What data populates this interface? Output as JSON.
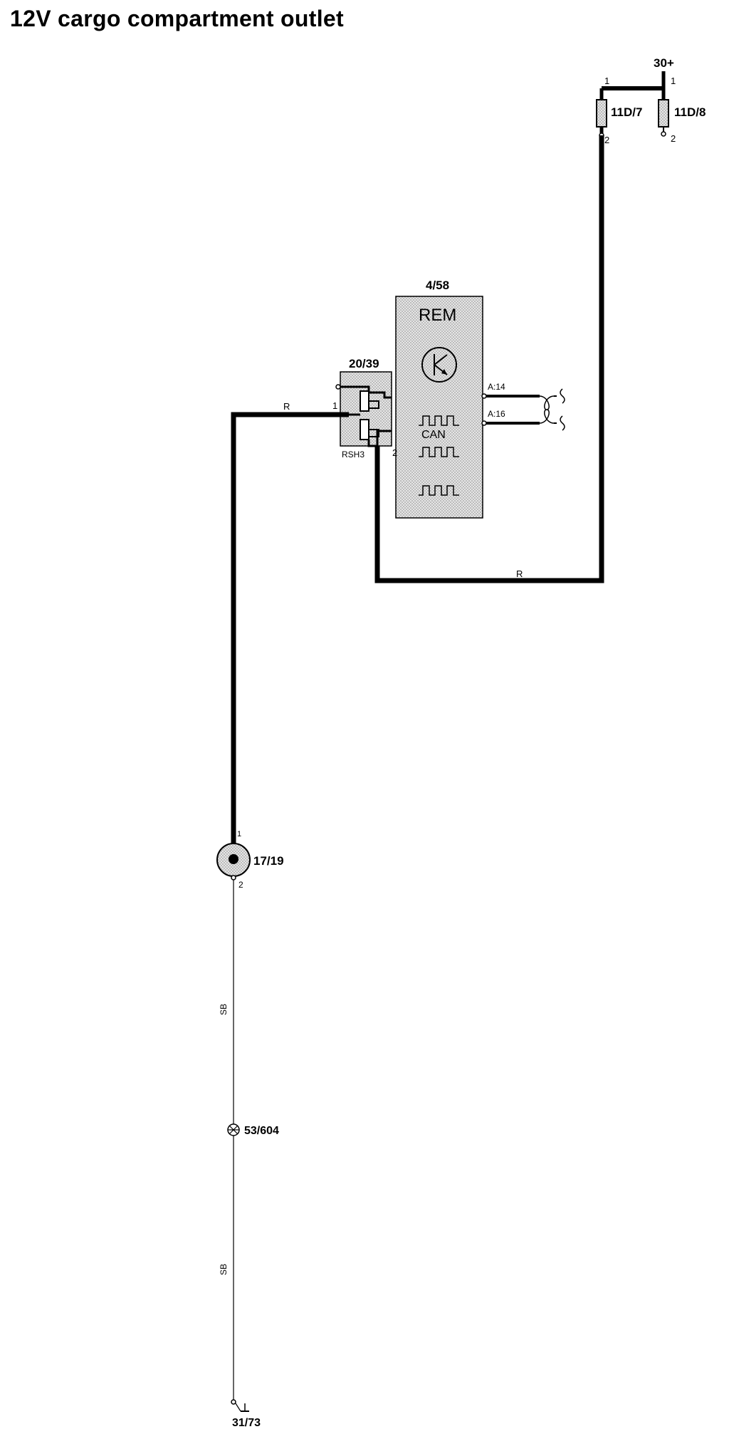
{
  "title": "12V cargo compartment outlet",
  "supply": {
    "label": "30+"
  },
  "fuses": [
    {
      "id": "11D/7",
      "pin_top": "1",
      "pin_bottom": "2"
    },
    {
      "id": "11D/8",
      "pin_top": "1",
      "pin_bottom": "2"
    }
  ],
  "rem": {
    "id": "4/58",
    "name": "REM",
    "bus_label": "CAN",
    "pins": [
      "A:14",
      "A:16"
    ]
  },
  "relay": {
    "id": "20/39",
    "sub_label": "RSH3",
    "pin_in": "1",
    "pin_out": "2"
  },
  "outlet": {
    "id": "17/19",
    "pin_top": "1",
    "pin_bottom": "2"
  },
  "splice": {
    "id": "53/604"
  },
  "ground": {
    "id": "31/73"
  },
  "wire_colors": {
    "power": "R",
    "ground": "SB"
  },
  "colors": {
    "module_fill": "#d9d9d9",
    "wire": "#000000"
  }
}
